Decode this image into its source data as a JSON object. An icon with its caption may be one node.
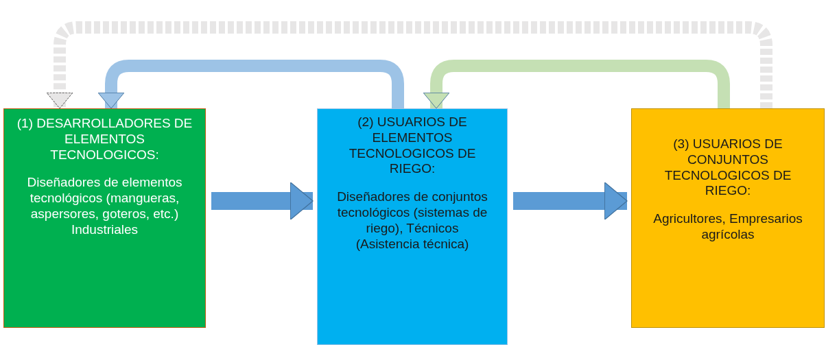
{
  "diagram": {
    "nodes": [
      {
        "text": [
          "(1) DESARROLLADORES DE ELEMENTOS TECNOLOGICOS:",
          "Diseñadores de elementos tecnológicos (mangueras, aspersores, goteros, etc.)",
          "Industriales"
        ]
      },
      {
        "text": [
          "(2) USUARIOS DE ELEMENTOS TECNOLOGICOS DE RIEGO:",
          "Diseñadores de conjuntos tecnológicos (sistemas de riego), Técnicos (Asistencia técnica)"
        ]
      },
      {
        "text": [
          "(3) USUARIOS DE CONJUNTOS TECNOLOGICOS DE RIEGO:",
          "Agricultores, Empresarios agrícolas"
        ]
      }
    ],
    "edges": [
      {
        "from": 0,
        "to": 1,
        "arrow": "to",
        "color": "#5b9bd5"
      },
      {
        "from": 1,
        "to": 2,
        "arrow": "to",
        "color": "#5b9bd5"
      },
      {
        "from": 1,
        "to": 0,
        "arrow": "to",
        "color": "#9dc3e6"
      },
      {
        "from": 2,
        "to": 1,
        "arrow": "to",
        "color": "#c5e0b4"
      },
      {
        "from": 2,
        "to": 0,
        "arrow": "to",
        "style": "dashed",
        "color": "#e7e6e6"
      }
    ]
  }
}
